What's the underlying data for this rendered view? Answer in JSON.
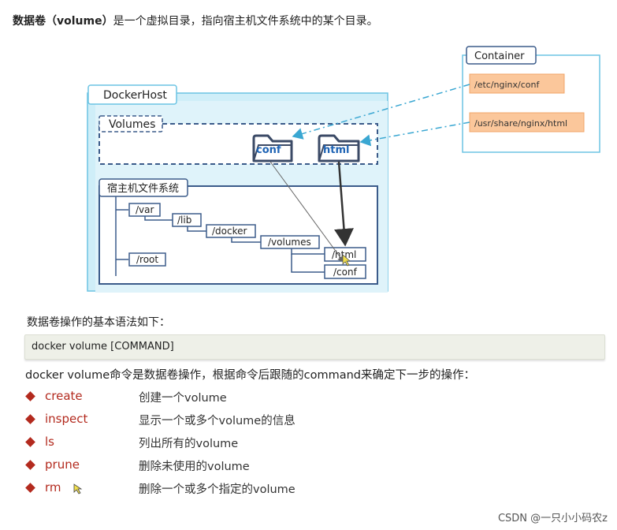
{
  "intro": {
    "bold": "数据卷（volume）",
    "rest": "是一个虚拟目录，指向宿主机文件系统中的某个目录。"
  },
  "diagram": {
    "docker_host_label": "DockerHost",
    "volumes_label": "Volumes",
    "host_fs_label": "宿主机文件系统",
    "container_label": "Container",
    "volume_folders": [
      "conf",
      "html"
    ],
    "container_paths": [
      "/etc/nginx/conf",
      "/usr/share/nginx/html"
    ],
    "host_dirs": [
      "/var",
      "/lib",
      "/docker",
      "/volumes",
      "/html",
      "/conf",
      "/root"
    ],
    "colors": {
      "host_fill": "#cfeef8",
      "host_border": "#6cc4e3",
      "container_path_fill": "#fbc79b",
      "arrow": "#3aa7d2"
    }
  },
  "syntax_title": "数据卷操作的基本语法如下：",
  "code": "docker volume [COMMAND]",
  "description": "docker volume命令是数据卷操作，根据命令后跟随的command来确定下一步的操作：",
  "commands": [
    {
      "name": "create",
      "text": "创建一个volume"
    },
    {
      "name": "inspect",
      "text": "显示一个或多个volume的信息"
    },
    {
      "name": "ls",
      "text": "列出所有的volume"
    },
    {
      "name": "prune",
      "text": "删除未使用的volume"
    },
    {
      "name": "rm",
      "text": "删除一个或多个指定的volume"
    }
  ],
  "watermark": "CSDN @一只小小码农z"
}
